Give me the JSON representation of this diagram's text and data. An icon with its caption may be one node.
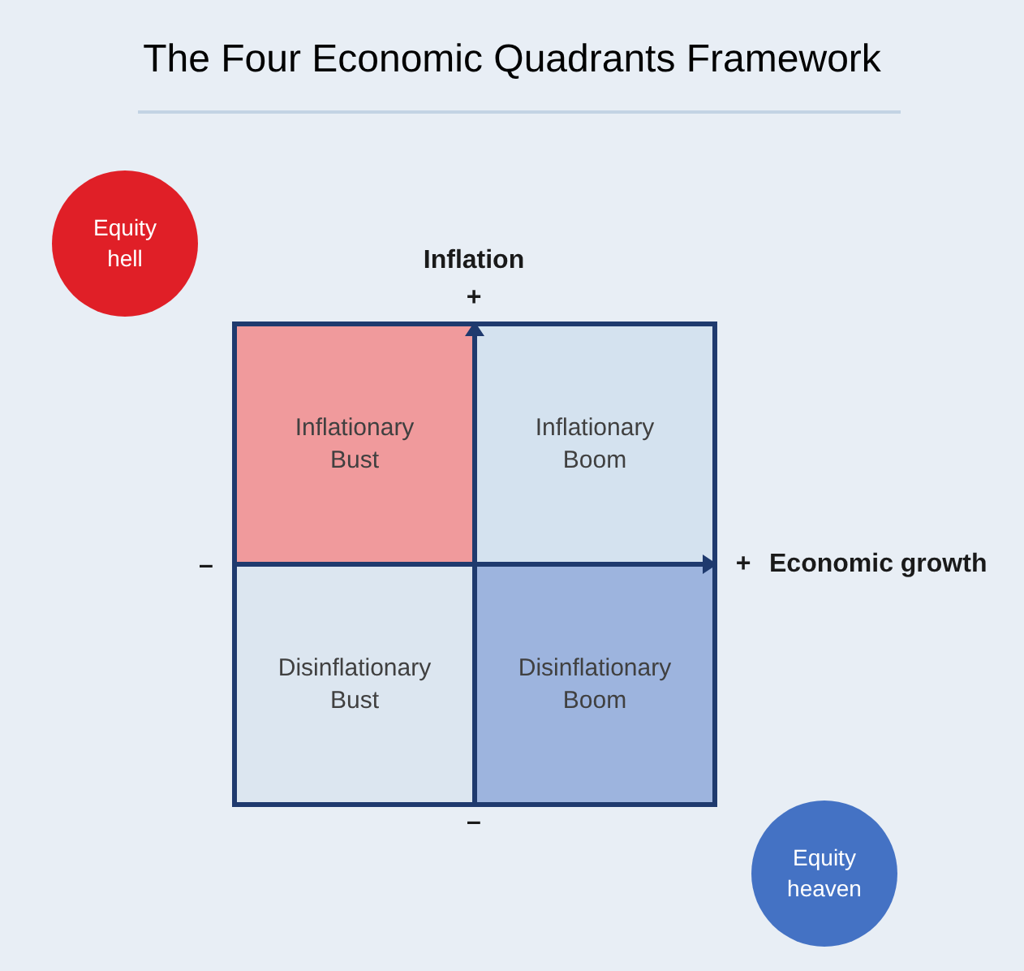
{
  "diagram": {
    "title": "The Four Economic Quadrants Framework",
    "nodes": [
      {
        "text": [
          "Equity hell"
        ]
      },
      {
        "text": [
          "Inflationary Bust"
        ]
      },
      {
        "text": [
          "Inflationary Boom"
        ]
      },
      {
        "text": [
          "Disinflationary Bust"
        ]
      },
      {
        "text": [
          "Disinflationary Boom"
        ]
      },
      {
        "text": [
          "Equity heaven"
        ]
      }
    ],
    "labels": [
      "Inflation",
      "+",
      "–",
      "+",
      "Economic growth",
      "–"
    ]
  }
}
